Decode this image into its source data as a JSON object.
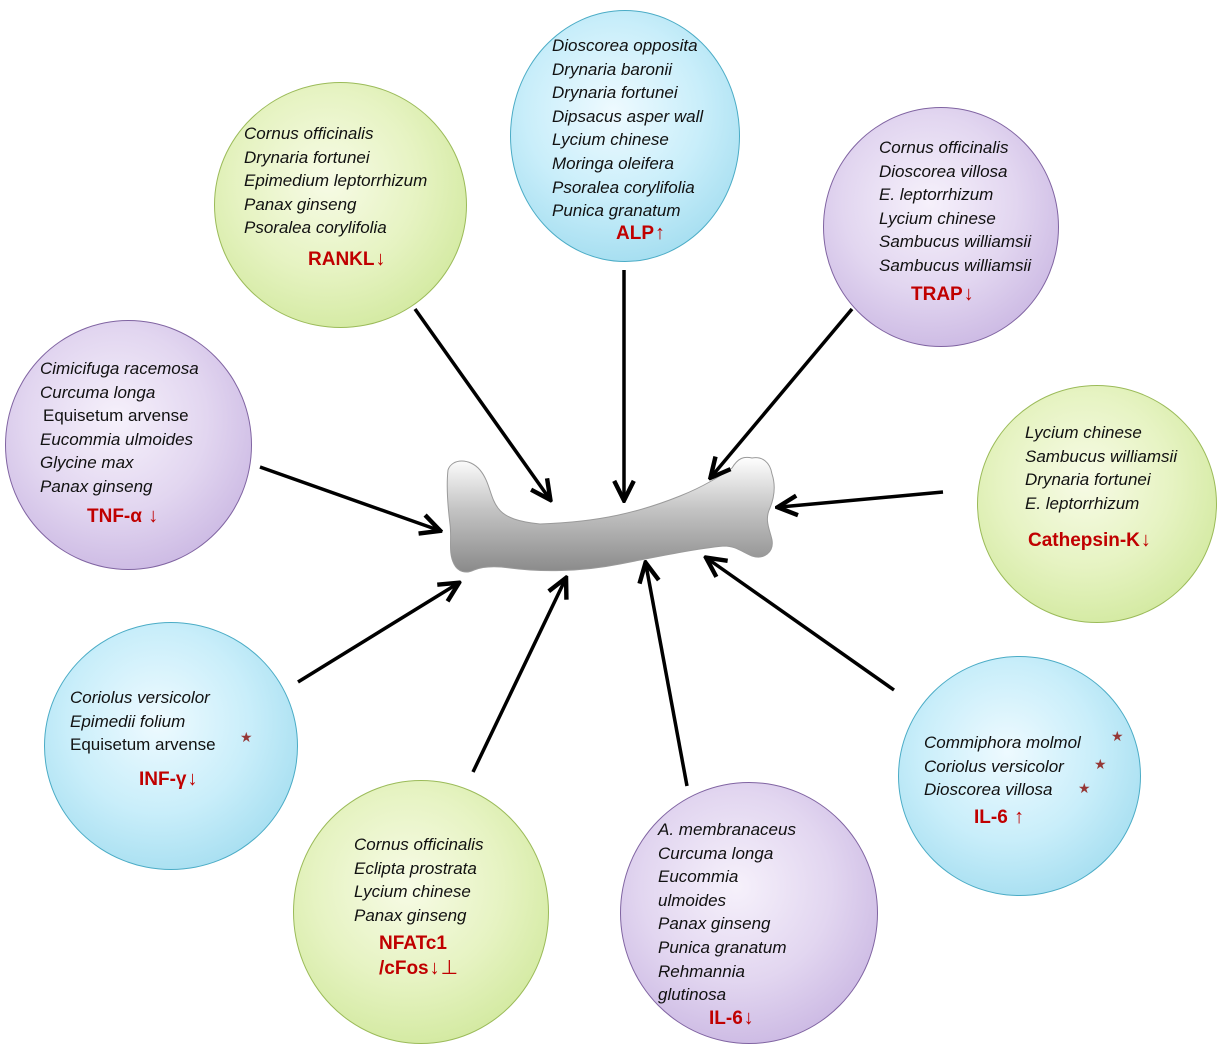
{
  "bone_label": "bone",
  "nodes": [
    {
      "id": "alp",
      "color": "blue",
      "items": [
        "Dioscorea opposita",
        "Drynaria baronii",
        "Drynaria fortunei",
        "Dipsacus asper wall",
        "Lycium chinese",
        "Moringa oleifera",
        "Psoralea corylifolia",
        "Punica granatum"
      ],
      "marker": "ALP",
      "arrow": "↑"
    },
    {
      "id": "rankl",
      "color": "green",
      "items": [
        "Cornus officinalis",
        "Drynaria fortunei",
        "Epimedium leptorrhizum",
        "Panax ginseng",
        "Psoralea corylifolia"
      ],
      "marker": "RANKL",
      "arrow": "↓"
    },
    {
      "id": "trap",
      "color": "purple",
      "items": [
        "Cornus officinalis",
        "Dioscorea villosa",
        "E. leptorrhizum",
        "Lycium chinese",
        "Sambucus williamsii",
        "Sambucus williamsii"
      ],
      "marker": "TRAP",
      "arrow": "↓"
    },
    {
      "id": "tnf",
      "color": "purple",
      "items": [
        "Cimicifuga racemosa",
        "Curcuma longa",
        "Equisetum arvense",
        "Eucommia ulmoides",
        "Glycine max",
        "Panax ginseng"
      ],
      "marker": "TNF-α",
      "arrow": "↓"
    },
    {
      "id": "cathepsin",
      "color": "green",
      "items": [
        "Lycium chinese",
        "Sambucus williamsii",
        "Drynaria fortunei",
        "E. leptorrhizum"
      ],
      "marker": "Cathepsin-K",
      "arrow": "↓"
    },
    {
      "id": "inf",
      "color": "blue",
      "items": [
        "Coriolus versicolor",
        "Epimedii folium",
        "Equisetum arvense"
      ],
      "marker": "INF-γ",
      "arrow": "↓"
    },
    {
      "id": "nfatc1",
      "color": "green",
      "items": [
        "Cornus officinalis",
        "Eclipta prostrata",
        "Lycium chinese",
        "Panax ginseng"
      ],
      "marker": "NFATc1",
      "marker2": "/cFos",
      "arrow": "↓",
      "arrow2": "⊥"
    },
    {
      "id": "il6a",
      "color": "purple",
      "items": [
        "A. membranaceus",
        "Curcuma longa",
        "Eucommia",
        "ulmoides",
        "Panax ginseng",
        "Punica granatum",
        "Rehmannia",
        "glutinosa"
      ],
      "marker": "IL-6",
      "arrow": "↓"
    },
    {
      "id": "il6b",
      "color": "blue",
      "items": [
        "Commiphora molmol",
        "Coriolus versicolor",
        "Dioscorea villosa"
      ],
      "marker": "IL-6",
      "arrow": "↑"
    }
  ],
  "star_symbol": "★"
}
